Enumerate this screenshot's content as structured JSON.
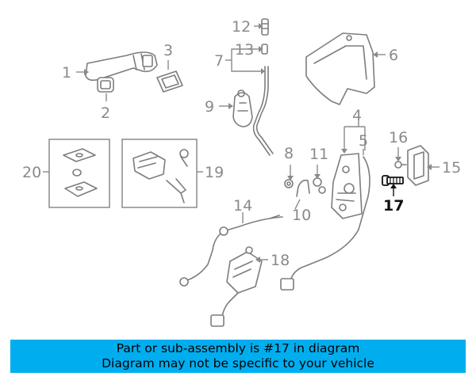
{
  "diagram": {
    "callouts": {
      "c1": "1",
      "c2": "2",
      "c3": "3",
      "c4": "4",
      "c5": "5",
      "c6": "6",
      "c7": "7",
      "c8": "8",
      "c9": "9",
      "c10": "10",
      "c11": "11",
      "c12": "12",
      "c13": "13",
      "c14": "14",
      "c15": "15",
      "c16": "16",
      "c17": "17",
      "c18": "18",
      "c19": "19",
      "c20": "20"
    },
    "highlight_color": "#111111",
    "line_color": "#8a8a8a"
  },
  "banner": {
    "line1": "Part or sub-assembly is #17 in diagram",
    "line2": "Diagram may not be specific to your vehicle",
    "background": "#00aeef"
  }
}
